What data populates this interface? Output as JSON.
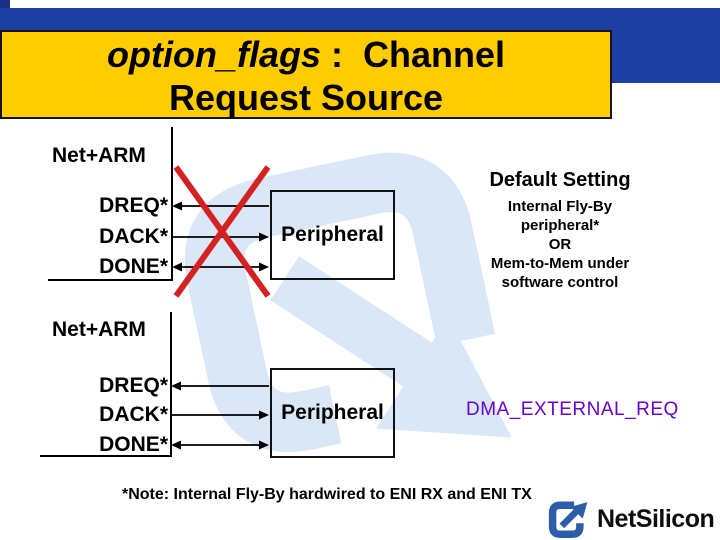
{
  "title": {
    "keyword": "option_flags",
    "rest_line1": " :  Channel",
    "line2": "Request Source"
  },
  "diagrams": [
    {
      "host_label": "Net+ARM",
      "signals": [
        "DREQ*",
        "DACK*",
        "DONE*"
      ],
      "box_label": "Peripheral",
      "crossed_out": true,
      "annotation": {
        "heading": "Default Setting",
        "lines": [
          "Internal Fly-By",
          "peripheral*",
          "OR",
          "Mem-to-Mem under",
          "software control"
        ]
      }
    },
    {
      "host_label": "Net+ARM",
      "signals": [
        "DREQ*",
        "DACK*",
        "DONE*"
      ],
      "box_label": "Peripheral",
      "crossed_out": false,
      "annotation": {
        "highlight": "DMA_EXTERNAL_REQ"
      }
    }
  ],
  "footer": {
    "note": "*Note: Internal Fly-By hardwired to ENI RX and ENI TX",
    "brand": "NetSilicon"
  },
  "colors": {
    "banner_blue": "#1e3fa2",
    "title_yellow": "#ffcc00",
    "cross_red": "#d42222",
    "highlight_purple": "#6606ce",
    "logo_blue": "#2d5fa9",
    "watermark_blue": "#d9e7f7"
  }
}
